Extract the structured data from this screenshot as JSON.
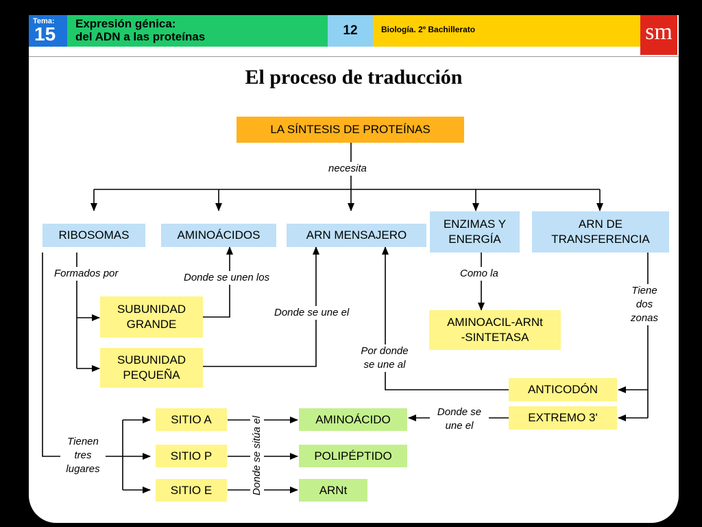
{
  "header": {
    "tema_label": "Tema:",
    "tema_number": "15",
    "title_line1": "Expresión génica:",
    "title_line2": "del ADN a las proteínas",
    "page_number": "12",
    "course": "Biología. 2º Bachillerato",
    "logo": "sm"
  },
  "title": "El proceso de traducción",
  "nodes": {
    "sintesis": "LA SÍNTESIS DE PROTEÍNAS",
    "ribosomas": "RIBOSOMAS",
    "aminoacidos": "AMINOÁCIDOS",
    "arnm": "ARN MENSAJERO",
    "enzimas_l1": "ENZIMAS Y",
    "enzimas_l2": "ENERGÍA",
    "arnt_l1": "ARN DE",
    "arnt_l2": "TRANSFERENCIA",
    "sub_grande_l1": "SUBUNIDAD",
    "sub_grande_l2": "GRANDE",
    "sub_pequena_l1": "SUBUNIDAD",
    "sub_pequena_l2": "PEQUEÑA",
    "sintetasa_l1": "AMINOACIL-ARNt",
    "sintetasa_l2": "-SINTETASA",
    "anticodon": "ANTICODÓN",
    "extremo": "EXTREMO 3'",
    "sitio_a": "SITIO A",
    "sitio_p": "SITIO P",
    "sitio_e": "SITIO E",
    "aminoacido": "AMINOÁCIDO",
    "polipeptido": "POLIPÉPTIDO",
    "arnt_small": "ARNt"
  },
  "labels": {
    "necesita": "necesita",
    "formados_por": "Formados por",
    "donde_unen_los": "Donde se unen los",
    "donde_une_el": "Donde se une el",
    "por_donde_l1": "Por donde",
    "por_donde_l2": "se une al",
    "como_la": "Como la",
    "tiene_l1": "Tiene",
    "tiene_l2": "dos",
    "tiene_l3": "zonas",
    "tienen_l1": "Tienen",
    "tienen_l2": "tres",
    "tienen_l3": "lugares",
    "donde_se_une_el2_l1": "Donde se",
    "donde_se_une_el2_l2": "une el",
    "donde_se_situa": "Donde se sitúa el"
  },
  "colors": {
    "tema": "#1c73d9",
    "title_bar": "#1fc96a",
    "page_box": "#8fd1f2",
    "course_bar": "#ffcf00",
    "logo": "#e0261b",
    "box_blue": "#bfe0f7",
    "box_orange": "#ffb21c",
    "box_yellow": "#fff588",
    "box_green": "#c3f08d"
  }
}
